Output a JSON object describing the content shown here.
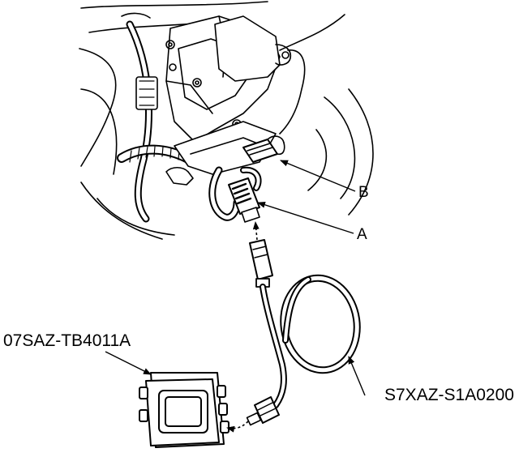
{
  "labels": {
    "connector_a": "A",
    "connector_b": "B",
    "tester_part": "07SAZ-TB4011A",
    "harness_part": "S7XAZ-S1A0200"
  },
  "colors": {
    "line": "#000000",
    "background": "#ffffff"
  }
}
